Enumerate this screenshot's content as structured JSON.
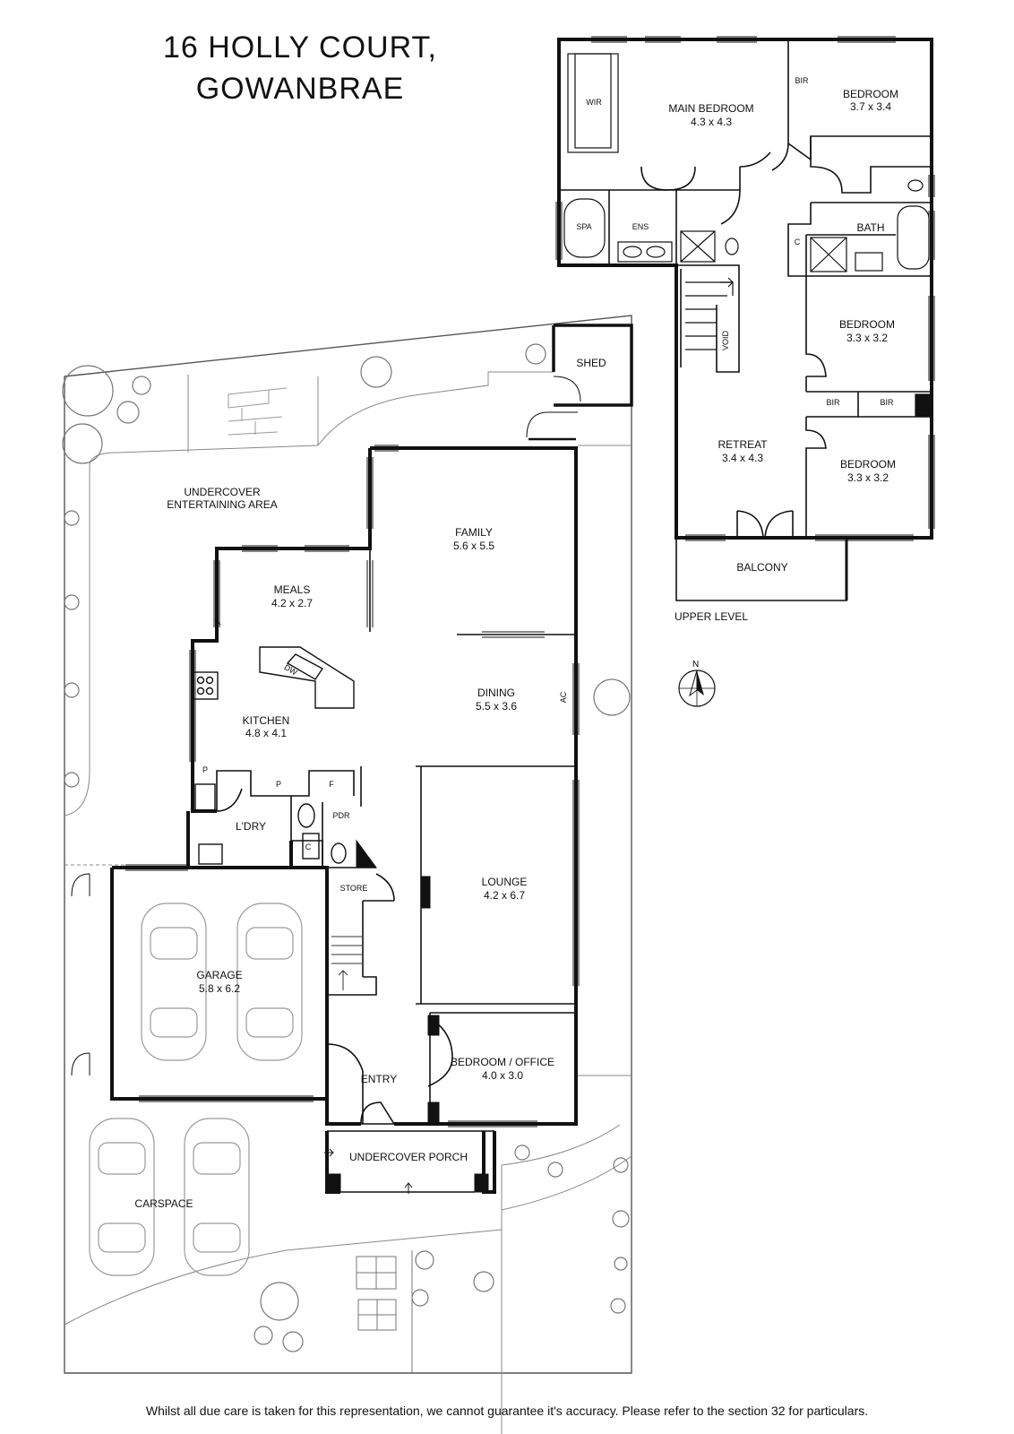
{
  "title": {
    "line1": "16 HOLLY COURT,",
    "line2": "GOWANBRAE"
  },
  "disclaimer": "Whilst all due care is taken for this representation, we cannot guarantee it's accuracy. Please refer to the section 32 for particulars.",
  "upper_level_label": "UPPER LEVEL",
  "compass_label": "N",
  "rooms": {
    "wir": "WIR",
    "main_bedroom": {
      "name": "MAIN BEDROOM",
      "dims": "4.3 x 4.3"
    },
    "bir_main": "BIR",
    "bedroom_ne": {
      "name": "BEDROOM",
      "dims": "3.7 x 3.4"
    },
    "spa": "SPA",
    "ens": "ENS",
    "bath": "BATH",
    "c_upper": "C",
    "void": "VOID",
    "bedroom_mid": {
      "name": "BEDROOM",
      "dims": "3.3 x 3.2"
    },
    "bir_a": "BIR",
    "bir_b": "BIR",
    "retreat": {
      "name": "RETREAT",
      "dims": "3.4 x 4.3"
    },
    "bedroom_se": {
      "name": "BEDROOM",
      "dims": "3.3 x 3.2"
    },
    "balcony": "BALCONY",
    "shed": "SHED",
    "entertaining": {
      "line1": "UNDERCOVER",
      "line2": "ENTERTAINING AREA"
    },
    "family": {
      "name": "FAMILY",
      "dims": "5.6 x 5.5"
    },
    "meals": {
      "name": "MEALS",
      "dims": "4.2 x 2.7"
    },
    "dw": "DW",
    "kitchen": {
      "name": "KITCHEN",
      "dims": "4.8 x 4.1"
    },
    "dining": {
      "name": "DINING",
      "dims": "5.5 x 3.6"
    },
    "ac": "AC",
    "p_left": "P",
    "p_mid": "P",
    "f": "F",
    "pdr": "PDR",
    "laundry": "L'DRY",
    "c_lower": "C",
    "store": "STORE",
    "lounge": {
      "name": "LOUNGE",
      "dims": "4.2 x 6.7"
    },
    "garage": {
      "name": "GARAGE",
      "dims": "5.8 x 6.2"
    },
    "entry": "ENTRY",
    "bedroom_office": {
      "name": "BEDROOM / OFFICE",
      "dims": "4.0 x 3.0"
    },
    "porch": "UNDERCOVER PORCH",
    "carspace": "CARSPACE"
  }
}
